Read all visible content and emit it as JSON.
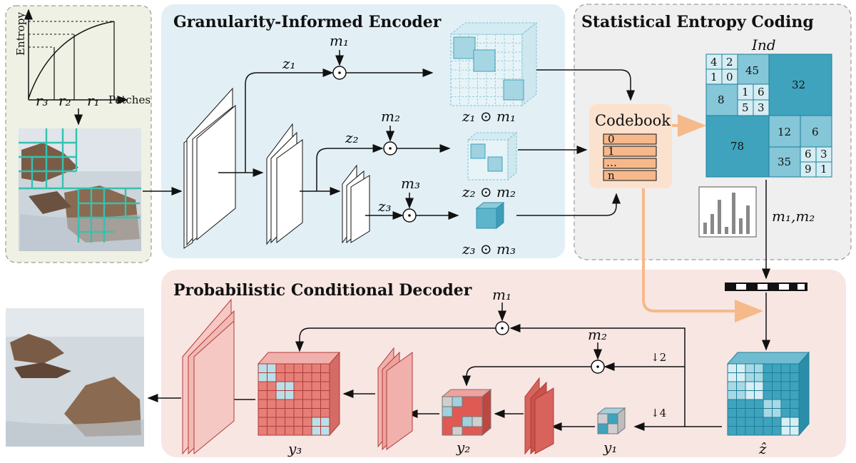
{
  "encoder": {
    "title": "Granularity-Informed Encoder"
  },
  "entropy_coding": {
    "title": "Statistical Entropy Coding",
    "ind_label": "Ind",
    "m_label": "m₁,m₂"
  },
  "decoder": {
    "title": "Probabilistic Conditional Decoder"
  },
  "entropy_plot": {
    "ylabel": "Entropy",
    "xlabel": "Patches",
    "r3": "r₃",
    "r2": "r₂",
    "r1": "r₁"
  },
  "encoder_labels": {
    "z1": "z₁",
    "z2": "z₂",
    "z3": "z₃",
    "m1": "m₁",
    "m2": "m₂",
    "m3": "m₃",
    "out1": "z₁ ⊙ m₁",
    "out2": "z₂ ⊙ m₂",
    "out3": "z₃ ⊙ m₃"
  },
  "codebook": {
    "title": "Codebook",
    "rows": [
      "0",
      "1",
      "…",
      "n"
    ]
  },
  "ind_grid": {
    "cells": [
      "4",
      "2",
      "1",
      "0",
      "45",
      "8",
      "1",
      "6",
      "5",
      "3",
      "32",
      "78",
      "12",
      "6",
      "35",
      "6",
      "3",
      "9",
      "1"
    ]
  },
  "decoder_labels": {
    "m1": "m₁",
    "m2": "m₂",
    "down2": "↓2",
    "down4": "↓4",
    "y3": "y₃",
    "y2": "y₂",
    "y1": "y₁",
    "zhat": "ẑ"
  },
  "colors": {
    "teal": "#3fa3bd",
    "pink": "#e8a3a0",
    "orange": "#f6b98a"
  }
}
